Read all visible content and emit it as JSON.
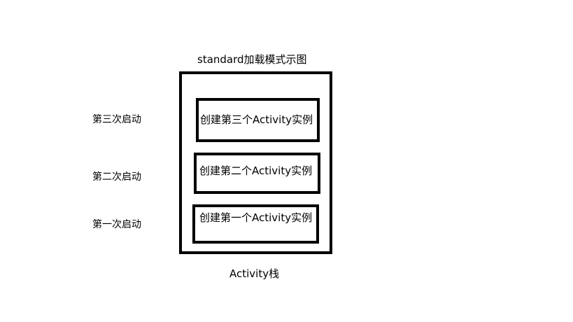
{
  "diagram": {
    "title": "standard加载模式示图",
    "stack_label": "Activity栈",
    "launches": [
      {
        "side_label": "第三次启动",
        "instance_label": "创建第三个Activity实例"
      },
      {
        "side_label": "第二次启动",
        "instance_label": "创建第二个Activity实例"
      },
      {
        "side_label": "第一次启动",
        "instance_label": "创建第一个Activity实例"
      }
    ]
  }
}
